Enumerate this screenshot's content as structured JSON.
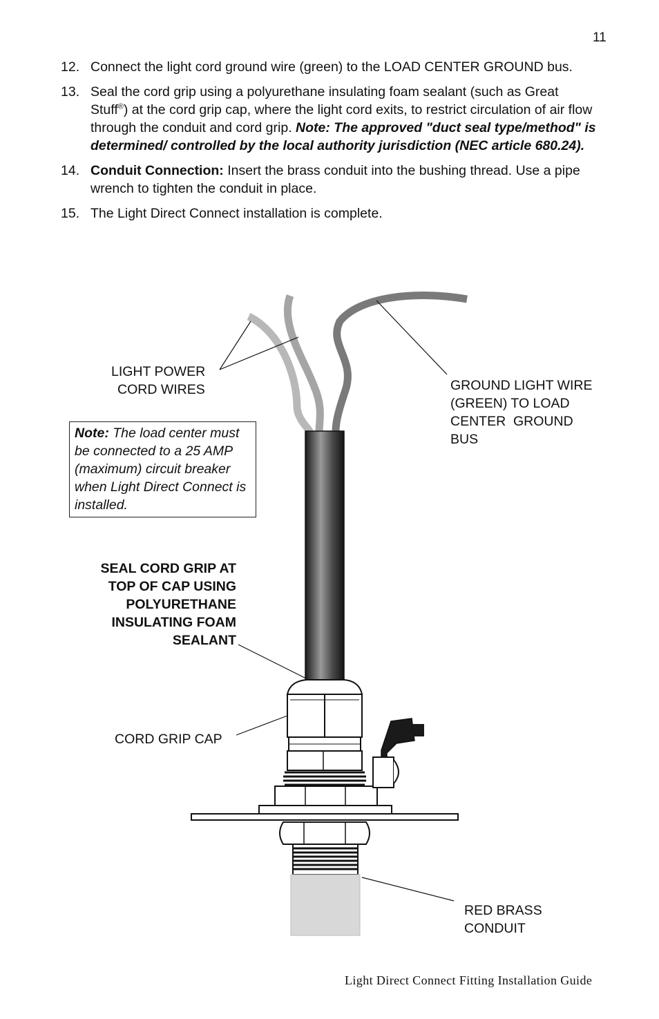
{
  "page_number": "11",
  "steps": [
    {
      "num": "12.",
      "text": "Connect the light cord ground wire (green) to the LOAD CENTER GROUND bus."
    },
    {
      "num": "13.",
      "text_a": "Seal the cord grip using a polyurethane insulating foam sealant (such as Great Stuff",
      "reg": "®",
      "text_b": ") at the cord grip cap, where the light cord exits, to restrict circulation of air flow through the conduit and cord grip.",
      "note": "Note: The approved \"duct seal type/method\" is determined/ controlled by the local authority jurisdiction (NEC article 680.24)."
    },
    {
      "num": "14.",
      "bold": "Conduit Connection:",
      "text": "Insert the brass conduit into the bushing thread. Use a pipe wrench to tighten the conduit in place."
    },
    {
      "num": "15.",
      "text": "The Light Direct Connect installation is complete."
    }
  ],
  "labels": {
    "power_cord_1": "LIGHT POWER",
    "power_cord_2": "CORD WIRES",
    "ground_1": "GROUND LIGHT WIRE",
    "ground_2": "(GREEN) TO LOAD",
    "ground_3": "CENTER  GROUND",
    "ground_4": "BUS",
    "seal_1": "SEAL CORD GRIP AT",
    "seal_2": "TOP OF CAP USING",
    "seal_3": "POLYURETHANE",
    "seal_4": "INSULATING FOAM",
    "seal_5": "SEALANT",
    "cap": "CORD GRIP CAP",
    "conduit_1": "RED BRASS",
    "conduit_2": "CONDUIT"
  },
  "note_box": {
    "lead": "Note:",
    "text": "The load center must be connected to a 25 AMP (maximum) circuit breaker when Light Direct Connect is installed."
  },
  "footer": "Light Direct Connect Fitting Installation Guide"
}
